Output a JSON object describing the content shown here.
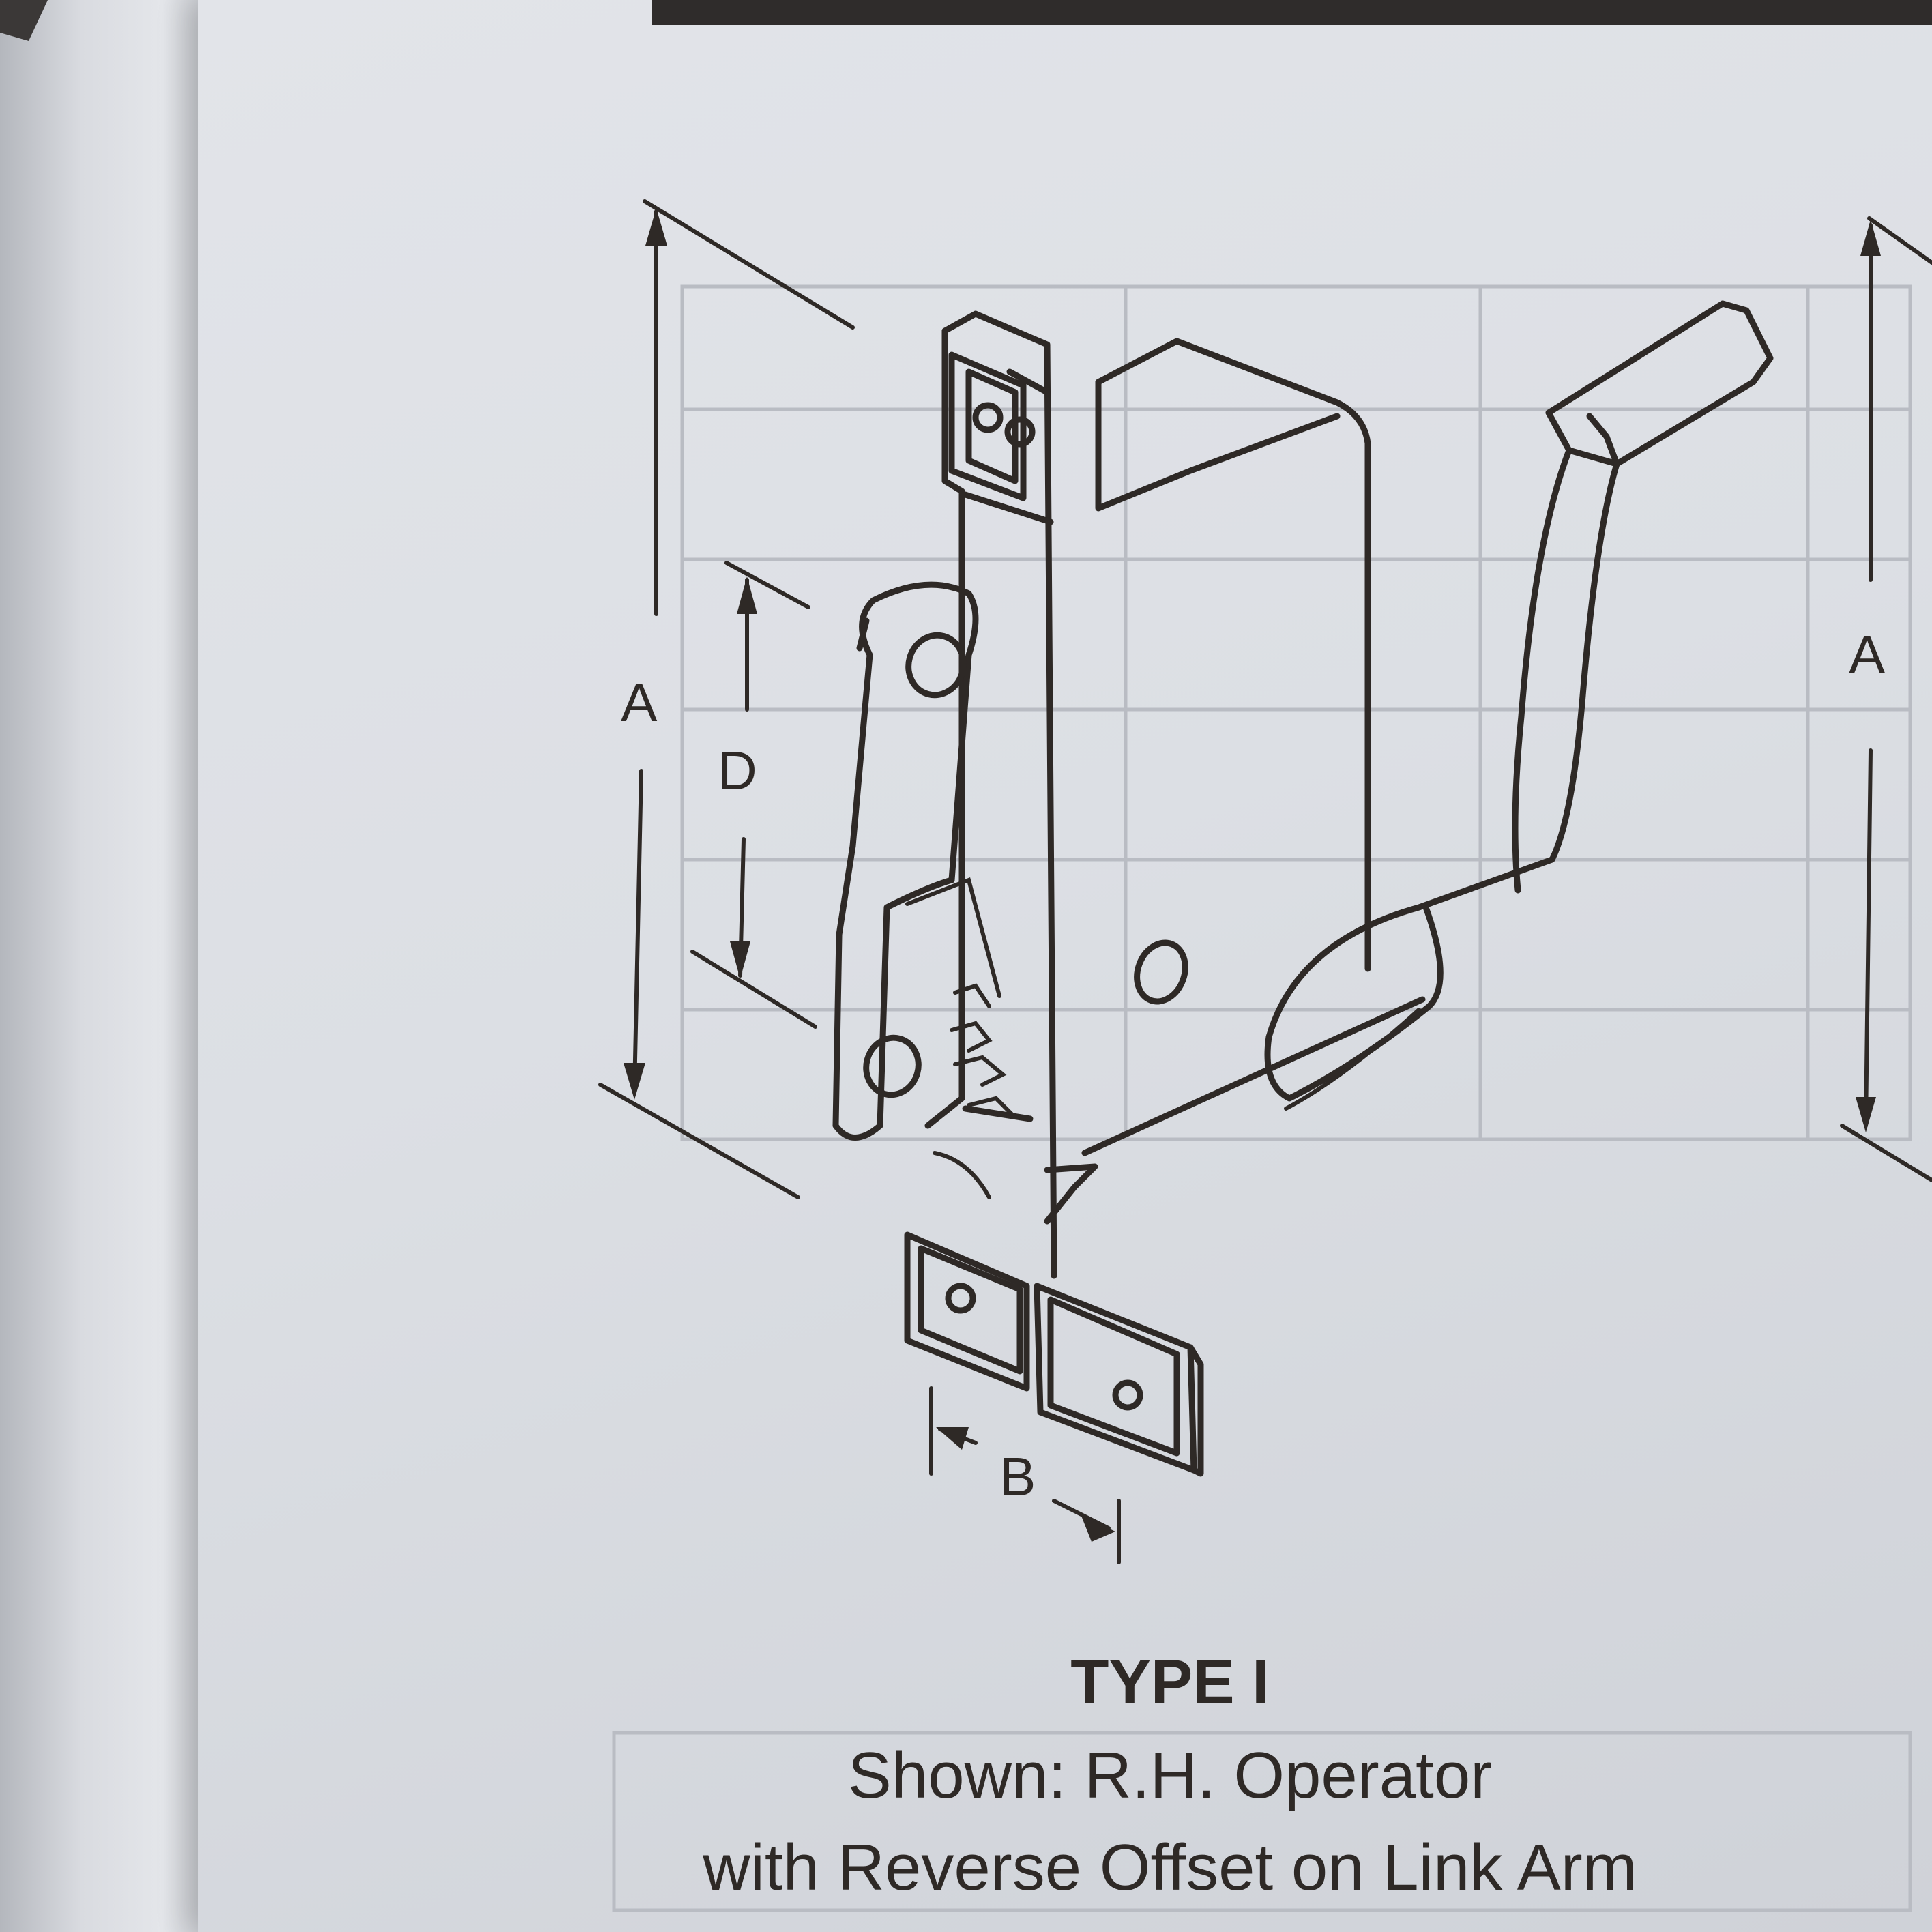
{
  "diagram": {
    "labels": {
      "dim_a": "A",
      "dim_d": "D",
      "dim_b": "B",
      "dim_a_right": "A"
    },
    "caption": {
      "title": "TYPE I",
      "line1": "Shown: R.H. Operator",
      "line2": "with Reverse Offset on Link Arm"
    }
  }
}
